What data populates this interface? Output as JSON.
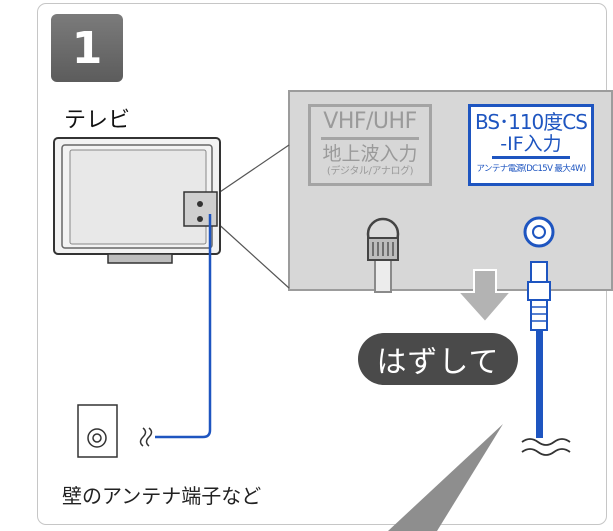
{
  "step": {
    "number": "1"
  },
  "labels": {
    "tv": "テレビ",
    "wall_outlet": "壁のアンテナ端子など",
    "remove": "はずして"
  },
  "vhf_port": {
    "title": "VHF/UHF",
    "subtitle": "地上波入力",
    "note": "(デジタル/アナログ)"
  },
  "bs_port": {
    "title": "BS･110度CS",
    "subtitle": "-IF入力",
    "note": "アンテナ電源(DC15V 最大4W)"
  },
  "colors": {
    "cable_blue": "#1e55c0",
    "panel_gray": "#d7d7d7",
    "badge_gray": "#6a6a6a",
    "arrow_gray": "#b3b3b3"
  }
}
